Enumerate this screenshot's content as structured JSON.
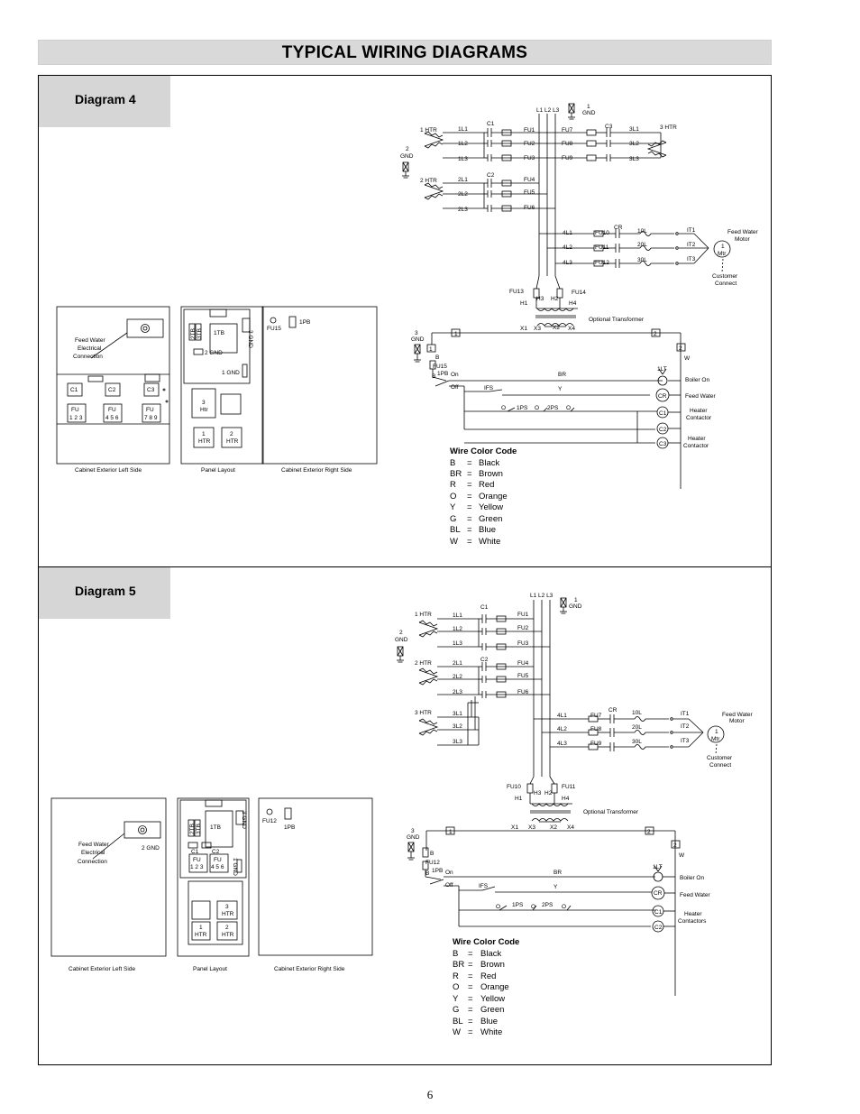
{
  "title": "TYPICAL WIRING DIAGRAMS",
  "page_number": "6",
  "d4": {
    "heading": "Diagram 4",
    "panels": {
      "left_caption": "Cabinet Exterior Left Side",
      "center_caption": "Panel Layout",
      "right_caption": "Cabinet Exterior Right Side",
      "fw_line1": "Feed Water",
      "fw_line2": "Electrical",
      "fw_line3": "Connection",
      "c1": "C1",
      "c2": "C2",
      "c3": "C3",
      "fu123": "FU",
      "fu123b": "1 2 3",
      "fu456": "FU",
      "fu456b": "4 5 6",
      "fu789": "FU",
      "fu789b": "7 8 9",
      "tb1": "1TB",
      "tb2": "2TB",
      "tb3": "3TB",
      "gnd2": "2 GND",
      "gnd1": "1 GND",
      "gnd3": "3 GND",
      "htr3a": "3",
      "htr3b": "Htr",
      "htr1a": "1",
      "htr1b": "HTR",
      "htr2a": "2",
      "htr2b": "HTR",
      "fu15": "FU15",
      "pb1": "1PB"
    },
    "schematic": {
      "lines": "L1 L2 L3",
      "gnd1a": "1",
      "gnd1b": "GND",
      "gnd2a": "2",
      "gnd2b": "GND",
      "gnd3a": "3",
      "gnd3b": "GND",
      "htr1": "1 HTR",
      "htr2": "2 HTR",
      "htr3": "3 HTR",
      "w1L1": "1L1",
      "w1L2": "1L2",
      "w1L3": "1L3",
      "w2L1": "2L1",
      "w2L2": "2L2",
      "w2L3": "2L3",
      "w3L1": "3L1",
      "w3L2": "3L2",
      "w3L3": "3L3",
      "w4L1": "4L1",
      "w4L2": "4L2",
      "w4L3": "4L3",
      "c1": "C1",
      "c2": "C2",
      "c3": "C3",
      "cr": "CR",
      "fu1": "FU1",
      "fu2": "FU2",
      "fu3": "FU3",
      "fu4": "FU4",
      "fu5": "FU5",
      "fu6": "FU6",
      "fu7": "FU7",
      "fu8": "FU8",
      "fu9": "FU9",
      "fu10": "FU10",
      "fu11": "FU11",
      "fu12": "FU12",
      "fu13": "FU13",
      "fu14": "FU14",
      "fu15": "FU15",
      "ol10": "10L",
      "ol20": "20L",
      "ol30": "30L",
      "it1": "IT1",
      "it2": "IT2",
      "it3": "IT3",
      "motor1": "1",
      "motor2": "Mtr",
      "fwm1": "Feed Water",
      "fwm2": "Motor",
      "cc1": "Customer",
      "cc2": "Connect",
      "h1": "H1",
      "h2": "H2",
      "h3": "H3",
      "h4": "H4",
      "x1": "X1",
      "x2": "X2",
      "x3": "X3",
      "x4": "X4",
      "opt": "Optional Transformer",
      "t1": "1",
      "t2": "2",
      "b": "B",
      "w": "W",
      "pb": "1PB",
      "on": "On",
      "off": "Off",
      "ifs": "IFS",
      "br": "BR",
      "y": "Y",
      "o": "O",
      "ps1": "1PS",
      "ps2": "2PS",
      "lt": "1LT",
      "boiler": "Boiler On",
      "crc": "CR",
      "feedw": "Feed Water",
      "cc1c": "C1",
      "cc2c": "C2",
      "cc3c": "C3",
      "hc1": "Heater",
      "hc2": "Contactor"
    },
    "legend": {
      "title": "Wire Color Code",
      "rows": [
        {
          "code": "B",
          "eq": "=",
          "name": "Black"
        },
        {
          "code": "BR",
          "eq": "=",
          "name": "Brown"
        },
        {
          "code": "R",
          "eq": "=",
          "name": "Red"
        },
        {
          "code": "O",
          "eq": "=",
          "name": "Orange"
        },
        {
          "code": "Y",
          "eq": "=",
          "name": "Yellow"
        },
        {
          "code": "G",
          "eq": "=",
          "name": "Green"
        },
        {
          "code": "BL",
          "eq": "=",
          "name": "Blue"
        },
        {
          "code": "W",
          "eq": "=",
          "name": "White"
        }
      ]
    }
  },
  "d5": {
    "heading": "Diagram 5",
    "panels": {
      "left_caption": "Cabinet Exterior Left Side",
      "center_caption": "Panel Layout",
      "right_caption": "Cabinet Exterior Right Side",
      "fw_line1": "Feed Water",
      "fw_line2": "Electrical",
      "fw_line3": "Connection",
      "gnd2": "2 GND",
      "tb1": "1TB",
      "tb2": "2TB",
      "tb3": "3TB",
      "gnd3": "3 GND",
      "gnd1": "1 GND",
      "c1": "C1",
      "c2": "C2",
      "fu123": "FU",
      "fu123b": "1 2 3",
      "fu456": "FU",
      "fu456b": "4 5 6",
      "htr3a": "3",
      "htr3b": "HTR",
      "htr1a": "1",
      "htr1b": "HTR",
      "htr2a": "2",
      "htr2b": "HTR",
      "fu12": "FU12",
      "pb1": "1PB"
    },
    "schematic": {
      "lines": "L1 L2 L3",
      "gnd1a": "1",
      "gnd1b": "GND",
      "gnd2a": "2",
      "gnd2b": "GND",
      "gnd3a": "3",
      "gnd3b": "GND",
      "htr1": "1 HTR",
      "htr2": "2 HTR",
      "htr3": "3 HTR",
      "w1L1": "1L1",
      "w1L2": "1L2",
      "w1L3": "1L3",
      "w2L1": "2L1",
      "w2L2": "2L2",
      "w2L3": "2L3",
      "w3L1": "3L1",
      "w3L2": "3L2",
      "w3L3": "3L3",
      "w4L1": "4L1",
      "w4L2": "4L2",
      "w4L3": "4L3",
      "c1": "C1",
      "c2": "C2",
      "cr": "CR",
      "fu1": "FU1",
      "fu2": "FU2",
      "fu3": "FU3",
      "fu4": "FU4",
      "fu5": "FU5",
      "fu6": "FU6",
      "fu7": "FU7",
      "fu8": "FU8",
      "fu9": "FU9",
      "fu10": "FU10",
      "fu11": "FU11",
      "fu12": "FU12",
      "ol10": "10L",
      "ol20": "20L",
      "ol30": "30L",
      "it1": "IT1",
      "it2": "IT2",
      "it3": "IT3",
      "motor1": "1",
      "motor2": "Mtr",
      "fwm1": "Feed Water",
      "fwm2": "Motor",
      "cc1": "Customer",
      "cc2": "Connect",
      "h1": "H1",
      "h2": "H2",
      "h3": "H3",
      "h4": "H4",
      "x1": "X1",
      "x2": "X2",
      "x3": "X3",
      "x4": "X4",
      "opt": "Optional Transformer",
      "t1": "1",
      "t2": "2",
      "b": "B",
      "w": "W",
      "pb": "1PB",
      "on": "On",
      "off": "Off",
      "ifs": "IFS",
      "br": "BR",
      "y": "Y",
      "o": "O",
      "ps1": "1PS",
      "ps2": "2PS",
      "lt": "1LT",
      "boiler": "Boiler On",
      "crc": "CR",
      "feedw": "Feed Water",
      "cc1c": "C1",
      "cc2c": "C2",
      "hc1": "Heater",
      "hc2": "Contactors"
    },
    "legend": {
      "title": "Wire Color Code",
      "rows": [
        {
          "code": "B",
          "eq": "=",
          "name": "Black"
        },
        {
          "code": "BR",
          "eq": "=",
          "name": "Brown"
        },
        {
          "code": "R",
          "eq": "=",
          "name": "Red"
        },
        {
          "code": "O",
          "eq": "=",
          "name": "Orange"
        },
        {
          "code": "Y",
          "eq": "=",
          "name": "Yellow"
        },
        {
          "code": "G",
          "eq": "=",
          "name": "Green"
        },
        {
          "code": "BL",
          "eq": "=",
          "name": "Blue"
        },
        {
          "code": "W",
          "eq": "=",
          "name": "White"
        }
      ]
    }
  }
}
